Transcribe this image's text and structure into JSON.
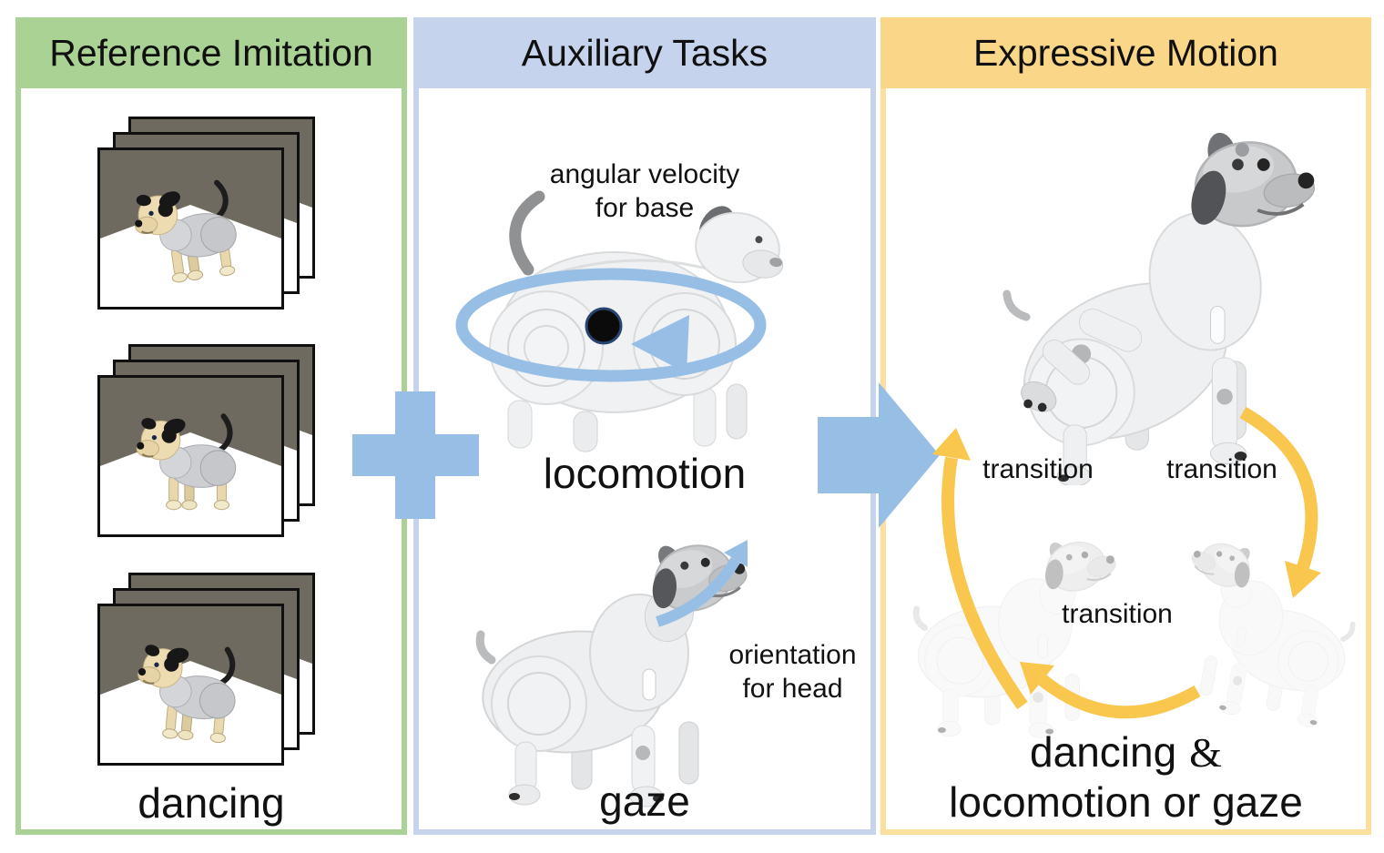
{
  "panels": [
    {
      "id": "reference-imitation",
      "title": "Reference Imitation",
      "caption": "dancing",
      "frame_stacks": 3,
      "frames_per_stack": 3
    },
    {
      "id": "auxiliary-tasks",
      "title": "Auxiliary Tasks",
      "locomotion": {
        "annotation_line1": "angular velocity",
        "annotation_line2": "for base",
        "label": "locomotion"
      },
      "gaze": {
        "annotation_line1": "orientation",
        "annotation_line2": "for head",
        "label": "gaze"
      }
    },
    {
      "id": "expressive-motion",
      "title": "Expressive Motion",
      "transitions": [
        "transition",
        "transition",
        "transition"
      ],
      "caption_word": "dancing",
      "caption_amp": "&",
      "caption_line2": "locomotion or gaze"
    }
  ],
  "connectors": {
    "plus_icon": "+",
    "flow_arrow_icon": "→"
  },
  "icons": {
    "rotation-arrow-icon": "elliptical yaw arrow around base",
    "gaze-arrow-icon": "curved up-right arrow at head",
    "transition-up-arrow-icon": "curved upward yellow arrow",
    "transition-down-arrow-icon": "curved downward yellow arrow",
    "transition-left-arrow-icon": "curved leftward yellow arrow"
  },
  "colors": {
    "panel_green": "#abd295",
    "panel_blue": "#c6d3ec",
    "panel_yellow_border": "#fbdf9d",
    "panel_yellow_header": "#f9d688",
    "accent_blue": "#97bee5",
    "accent_yellow": "#f9c64e",
    "frame_wall": "#6f6a60",
    "text": "#111111"
  }
}
